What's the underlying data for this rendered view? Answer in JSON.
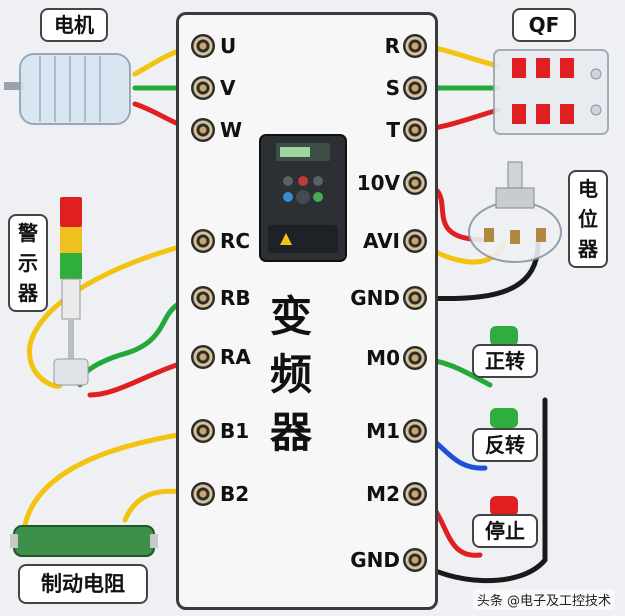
{
  "device": {
    "name_chars": [
      "变",
      "频",
      "器"
    ]
  },
  "left_terminals": [
    "U",
    "V",
    "W",
    "RC",
    "RB",
    "RA",
    "B1",
    "B2"
  ],
  "right_terminals": [
    "R",
    "S",
    "T",
    "10V",
    "AVI",
    "GND",
    "M0",
    "M1",
    "M2",
    "GND"
  ],
  "components": {
    "motor": "电机",
    "breaker": "QF",
    "warning_light_chars": [
      "警",
      "示",
      "器"
    ],
    "potentiometer_chars": [
      "电",
      "位",
      "器"
    ],
    "forward_button": "正转",
    "reverse_button": "反转",
    "stop_button": "停止",
    "brake_resistor": "制动电阻"
  },
  "watermark": "头条 @电子及工控技术",
  "wire_colors": {
    "yellow": "#f2c40f",
    "green": "#23a83a",
    "red": "#e02020",
    "blue": "#1e4fd8",
    "black": "#1a1a1a"
  }
}
